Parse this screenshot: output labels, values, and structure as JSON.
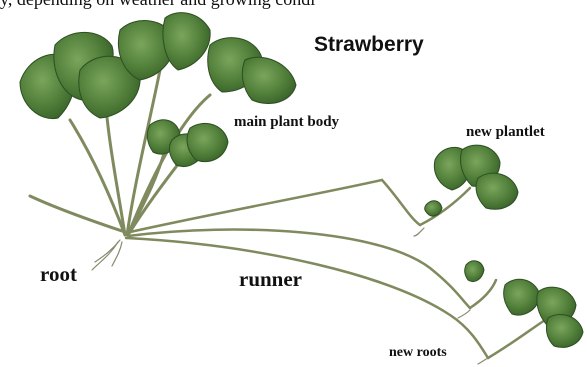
{
  "header_text": "y, depending on weather and growing condi",
  "labels": {
    "title": "Strawberry",
    "main_plant_body": "main plant body",
    "new_plantlet": "new plantlet",
    "root": "root",
    "runner": "runner",
    "new_roots": "new roots"
  },
  "colors": {
    "leaf": "#4c7a36",
    "leaf_dark": "#33592a",
    "leaf_light": "#6f9a55",
    "stem": "#7f8a5e",
    "text": "#111111"
  }
}
